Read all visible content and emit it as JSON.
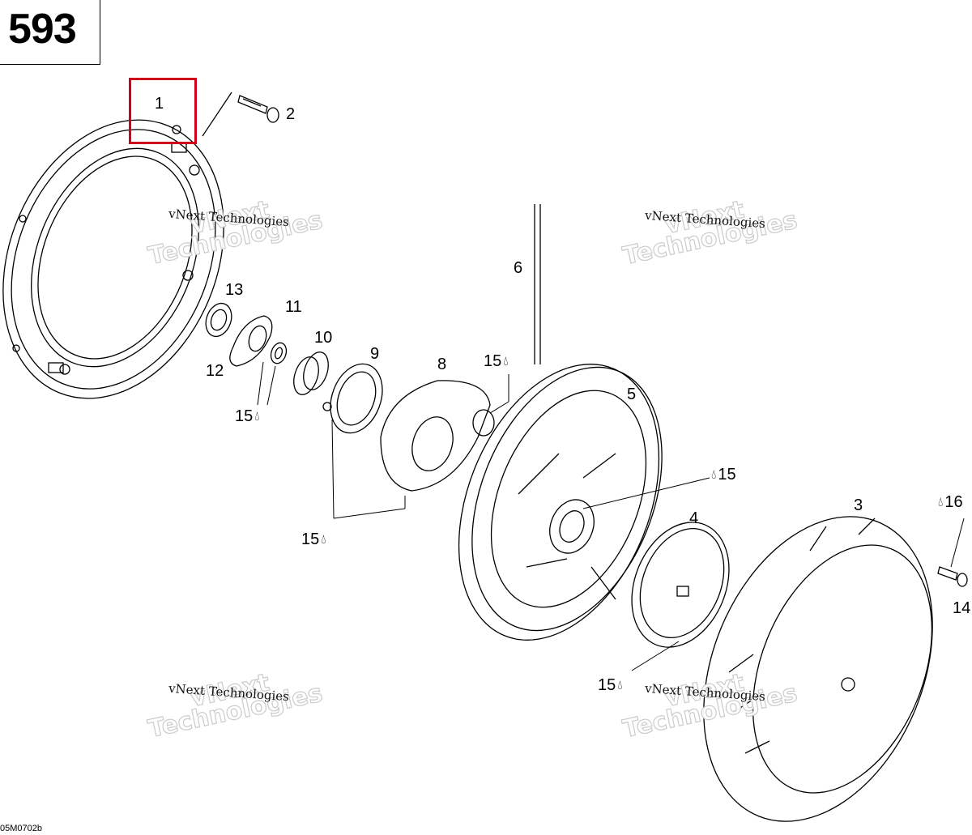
{
  "page_number": "593",
  "highlight_label": "1",
  "callouts": {
    "c1": "1",
    "c2": "2",
    "c3": "3",
    "c4": "4",
    "c5": "5",
    "c6": "6",
    "c8": "8",
    "c9": "9",
    "c10": "10",
    "c11": "11",
    "c12": "12",
    "c13": "13",
    "c14": "14",
    "c15a": "15",
    "c15b": "15",
    "c15c": "15",
    "c15d": "15",
    "c15e": "15",
    "c16": "16"
  },
  "drop_icon": "oil-drop-icon",
  "watermark": {
    "small": "vNext Technologies",
    "big_1": "vNext",
    "big_2": "Technologies"
  },
  "footer_code": "05M0702b",
  "colors": {
    "highlight": "#d0021b",
    "line": "#000000",
    "watermark_stroke": "#c9c9c9"
  }
}
